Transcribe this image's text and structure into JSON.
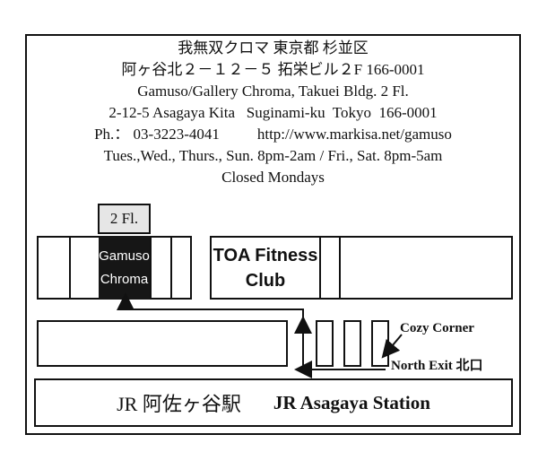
{
  "info": {
    "line1": "我無双クロマ 東京都 杉並区",
    "line2": "阿ヶ谷北２－１２－５ 拓栄ビル２F 166-0001",
    "line3": "Gamuso/Gallery Chroma, Takuei Bldg. 2 Fl.",
    "line4": "2-12-5 Asagaya Kita   Suginami-ku  Tokyo  166-0001",
    "phone": "Ph.： 03-3223-4041",
    "url": "http://www.markisa.net/gamuso",
    "hours": "Tues.,Wed., Thurs., Sun. 8pm-2am / Fri., Sat. 8pm-5am",
    "closed": "Closed Mondays"
  },
  "map": {
    "floor_tag": "2 Fl.",
    "gallery_line1": "Gamuso",
    "gallery_line2": "Chroma",
    "gym_line1": "TOA Fitness",
    "gym_line2": "Club",
    "cozy_corner": "Cozy Corner",
    "north_exit": "North Exit 北口",
    "station_jp": "JR 阿佐ヶ谷駅",
    "station_en": "JR Asagaya Station"
  }
}
